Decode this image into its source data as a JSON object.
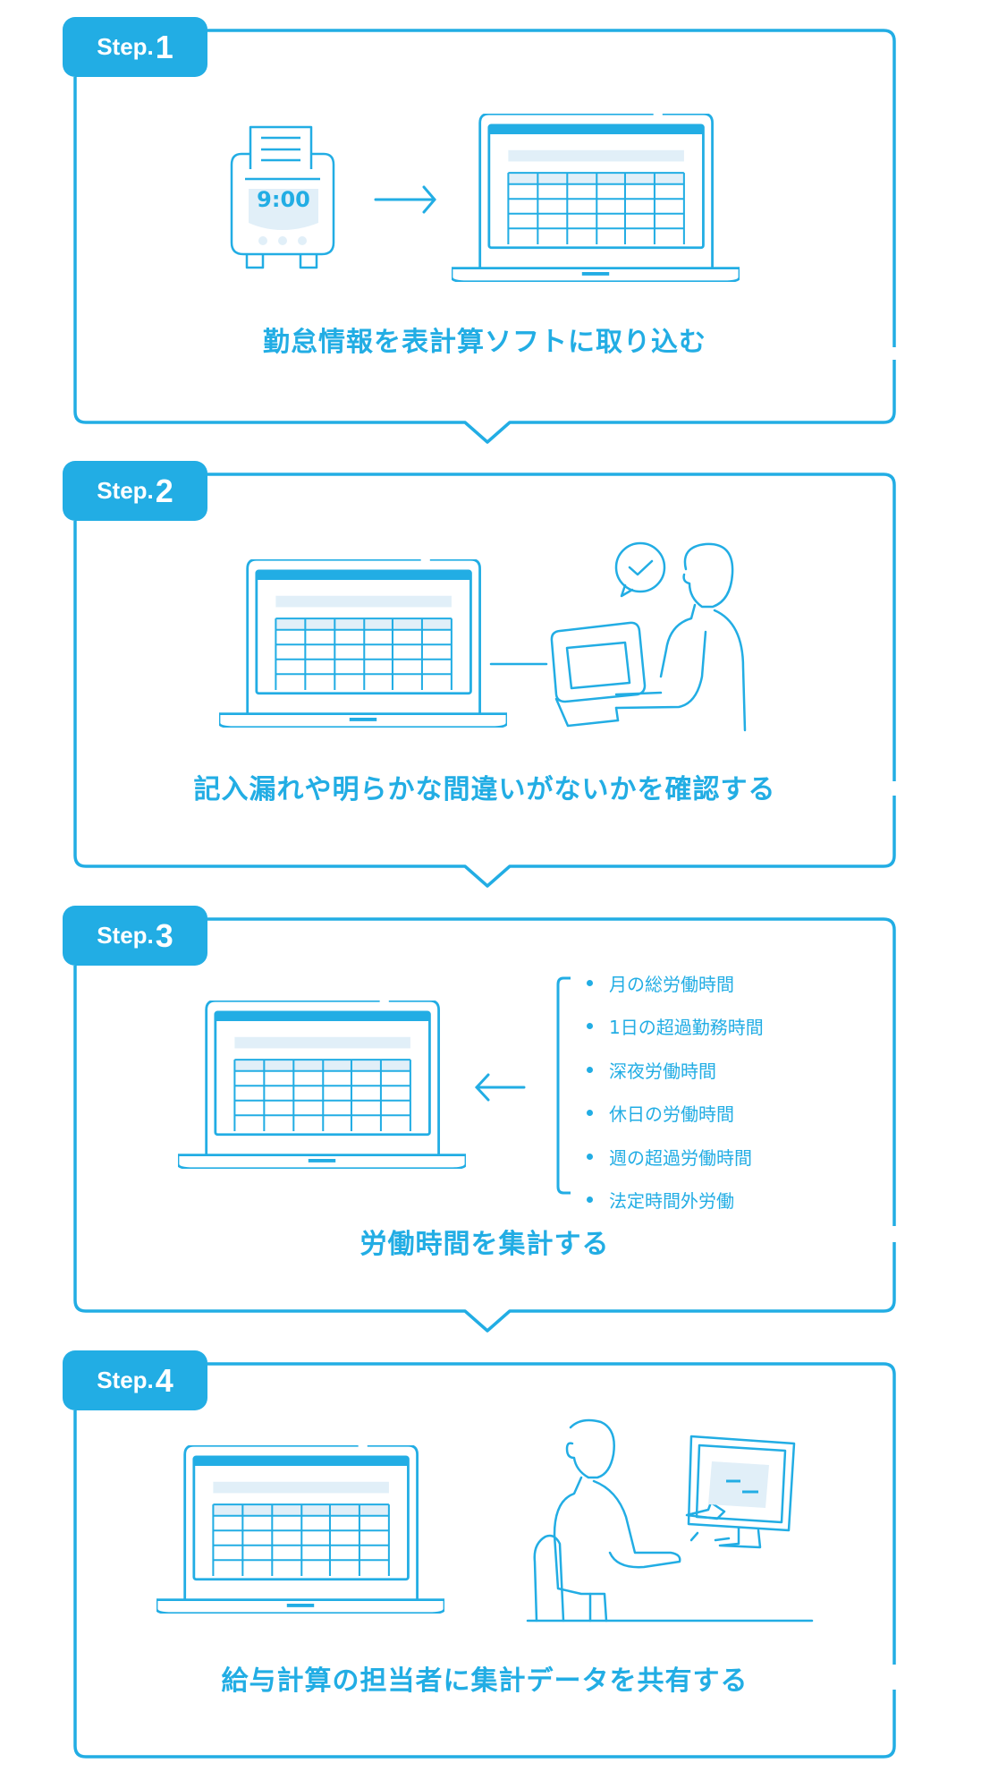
{
  "colors": {
    "accent": "#22ade4",
    "light": "#e1eff8"
  },
  "steps": [
    {
      "word": "Step.",
      "number": "1",
      "title": "勤怠情報を表計算ソフトに取り込む",
      "clock_time": "9:00"
    },
    {
      "word": "Step.",
      "number": "2",
      "title": "記入漏れや明らかな間違いがないかを確認する"
    },
    {
      "word": "Step.",
      "number": "3",
      "title": "労働時間を集計する",
      "items": [
        "月の総労働時間",
        "1日の超過勤務時間",
        "深夜労働時間",
        "休日の労働時間",
        "週の超過労働時間",
        "法定時間外労働"
      ]
    },
    {
      "word": "Step.",
      "number": "4",
      "title": "給与計算の担当者に集計データを共有する"
    }
  ]
}
